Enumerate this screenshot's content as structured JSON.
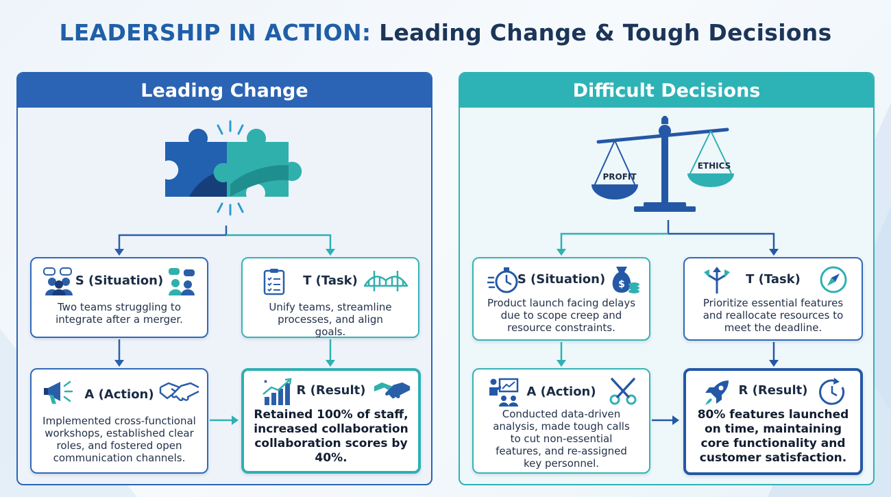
{
  "title": {
    "part1": "LEADERSHIP IN ACTION:",
    "part2": "Leading Change & Tough Decisions"
  },
  "colors": {
    "blue": "#2b64b4",
    "teal": "#2db3b6",
    "navy": "#1c3558"
  },
  "left_panel": {
    "title": "Leading Change",
    "situation": {
      "label": "S (Situation)",
      "text": "Two teams struggling to integrate after a merger."
    },
    "task": {
      "label": "T (Task)",
      "text": "Unify teams, streamline processes, and align goals."
    },
    "action": {
      "label": "A (Action)",
      "text": "Implemented cross-functional workshops, established clear roles, and fostered open communication channels."
    },
    "result": {
      "label": "R (Result)",
      "text": "Retained 100% of staff, increased collaboration collaboration scores by 40%."
    }
  },
  "right_panel": {
    "title": "Difficult Decisions",
    "scale_left": "PROFIT",
    "scale_right": "ETHICS",
    "situation": {
      "label": "S (Situation)",
      "text": "Product launch facing delays due to scope creep and resource constraints."
    },
    "task": {
      "label": "T (Task)",
      "text": "Prioritize essential features and reallocate resources to meet the deadline."
    },
    "action": {
      "label": "A (Action)",
      "text": "Conducted data-driven analysis, made tough calls to cut non-essential features, and re-assigned key personnel."
    },
    "result": {
      "label": "R (Result)",
      "text": "80% features launched on time, maintaining core functionality and customer satisfaction."
    }
  },
  "icons": [
    "puzzle-icon",
    "people-chat-icon",
    "clipboard-icon",
    "bridge-icon",
    "megaphone-icon",
    "handshake-icon",
    "growth-chart-icon",
    "scale-icon",
    "stopwatch-icon",
    "money-bag-icon",
    "split-arrows-icon",
    "compass-icon",
    "presenter-icon",
    "scissors-icon",
    "rocket-icon",
    "clock-icon"
  ]
}
